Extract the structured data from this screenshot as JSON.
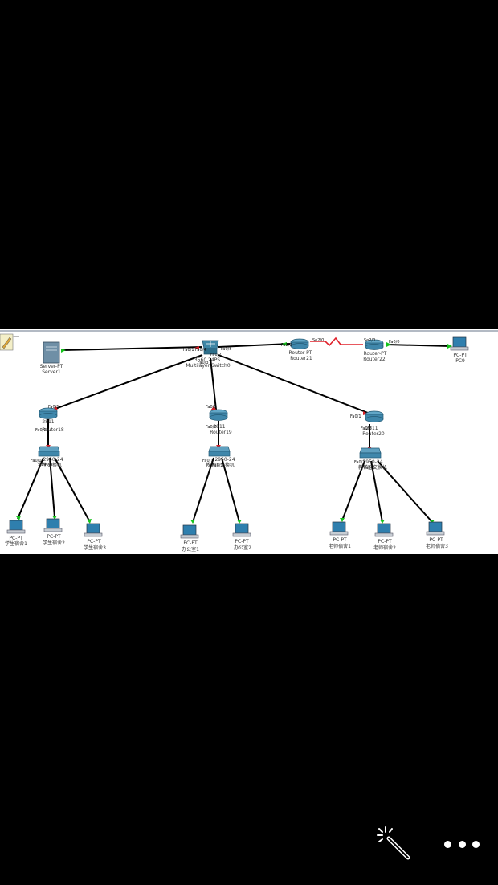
{
  "colors": {
    "wire": "#000000",
    "serial": "#e0202a",
    "link_light": "#16c21c",
    "link_port": "#d81f26"
  },
  "devices": {
    "server1": {
      "model": "Server-PT",
      "name": "Server1"
    },
    "switch0": {
      "model": "3560 24PS",
      "name": "Multilayer Switch0"
    },
    "router21": {
      "model": "Router-PT",
      "name": "Router21"
    },
    "router22": {
      "model": "Router-PT",
      "name": "Router22"
    },
    "pc9": {
      "model": "PC-PT",
      "name": "PC9"
    },
    "router18": {
      "model": "2811",
      "name": "Router18"
    },
    "router19": {
      "model": "2811",
      "name": "Router19"
    },
    "router20": {
      "model": "2811",
      "name": "Router20"
    },
    "switch_left": {
      "model": "2950-24",
      "name": "学生交换机"
    },
    "switch_mid": {
      "model": "2950-24",
      "name": "教学区交换机"
    },
    "switch_right": {
      "model": "2950-24",
      "name": "教学区交换机"
    },
    "pc_s1": {
      "model": "PC-PT",
      "name": "学生宿舍1"
    },
    "pc_s2": {
      "model": "PC-PT",
      "name": "学生宿舍2"
    },
    "pc_s3": {
      "model": "PC-PT",
      "name": "学生宿舍3"
    },
    "pc_o1": {
      "model": "PC-PT",
      "name": "办公室1"
    },
    "pc_o2": {
      "model": "PC-PT",
      "name": "办公室2"
    },
    "pc_t1": {
      "model": "PC-PT",
      "name": "老师宿舍1"
    },
    "pc_t2": {
      "model": "PC-PT",
      "name": "老师宿舍2"
    },
    "pc_t3": {
      "model": "PC-PT",
      "name": "老师宿舍3"
    }
  },
  "ports": {
    "sw0_fa01": "Fa0/1",
    "sw0_fa04": "Fa0/4",
    "sw0_fa05": "Fa0/5",
    "sw0_fa02": "Fa0/2",
    "sw0_fa03": "Fa0/3",
    "r21_fa00": "Fa0/0",
    "r21_se20": "Se2/0",
    "r22_se20": "Se2/0",
    "r22_fa00": "Fa0/0",
    "r18_fa01": "Fa0/1",
    "r18_fa00": "Fa0/0",
    "r19_fa01": "Fa0/1",
    "r19_fa00": "Fa0/0",
    "r20_fa01": "Fa0/1",
    "r20_fa00": "Fa0/0",
    "swl_fa01": "Fa0/1",
    "swl_fa03": "Fa0/3",
    "swm_fa01": "Fa0/1",
    "swm_fa02": "Fa0/2",
    "swr_fa01": "Fa0/1",
    "swr_fa03": "Fa0/3"
  },
  "icons": {
    "canvas_tool": "pencil-note-icon",
    "wand": "magic-wand-icon",
    "more": "more-options-icon"
  }
}
